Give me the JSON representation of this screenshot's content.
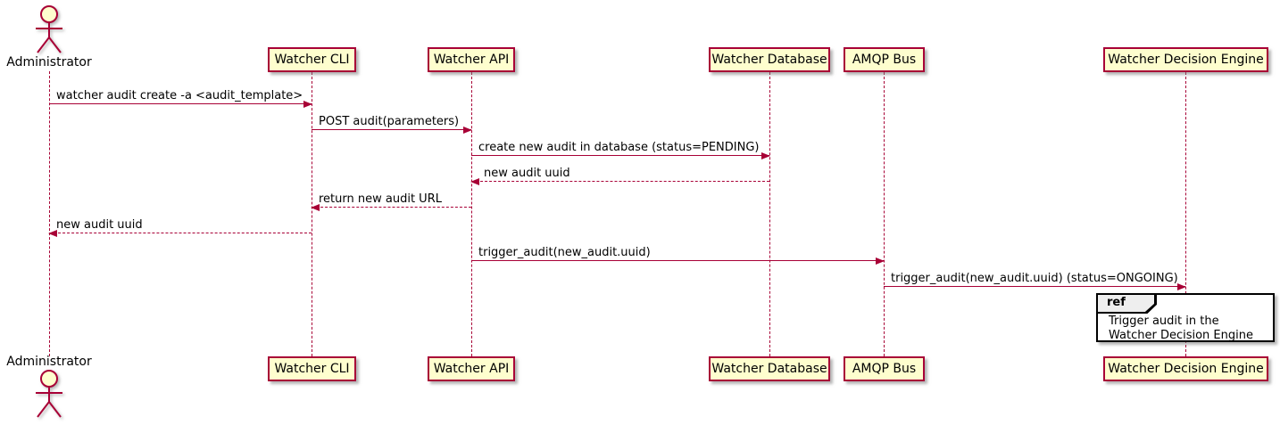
{
  "diagram": {
    "type": "sequence-diagram",
    "colors": {
      "participant_fill": "#FEFECE",
      "line_and_border": "#A80036",
      "text": "#000000",
      "ref_tab_fill": "#EEEEEE",
      "ref_border": "#000000",
      "background": "#FFFFFF"
    },
    "actor": {
      "name": "Administrator"
    },
    "participants": [
      {
        "label": "Watcher CLI"
      },
      {
        "label": "Watcher API"
      },
      {
        "label": "Watcher Database"
      },
      {
        "label": "AMQP Bus"
      },
      {
        "label": "Watcher Decision Engine"
      }
    ],
    "messages": [
      {
        "from": "Administrator",
        "to": "Watcher CLI",
        "style": "solid",
        "label": "watcher audit create -a <audit_template>"
      },
      {
        "from": "Watcher CLI",
        "to": "Watcher API",
        "style": "solid",
        "label": "POST audit(parameters)"
      },
      {
        "from": "Watcher API",
        "to": "Watcher Database",
        "style": "solid",
        "label": "create new audit in database (status=PENDING)"
      },
      {
        "from": "Watcher Database",
        "to": "Watcher API",
        "style": "dashed",
        "label": "new audit uuid"
      },
      {
        "from": "Watcher API",
        "to": "Watcher CLI",
        "style": "dashed",
        "label": "return new audit URL"
      },
      {
        "from": "Watcher CLI",
        "to": "Administrator",
        "style": "dashed",
        "label": "new audit uuid"
      },
      {
        "from": "Watcher API",
        "to": "AMQP Bus",
        "style": "solid",
        "label": "trigger_audit(new_audit.uuid)"
      },
      {
        "from": "AMQP Bus",
        "to": "Watcher Decision Engine",
        "style": "solid",
        "label": "trigger_audit(new_audit.uuid) (status=ONGOING)"
      }
    ],
    "ref": {
      "keyword": "ref",
      "lines": [
        "Trigger audit in the",
        "Watcher Decision Engine"
      ]
    }
  }
}
